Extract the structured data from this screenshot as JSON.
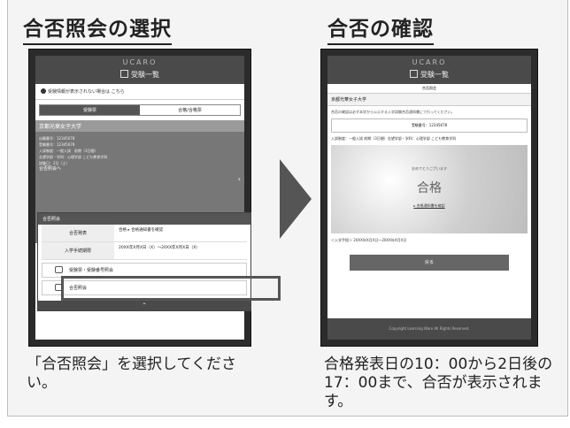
{
  "left": {
    "title": "合否照会の選択",
    "caption": "「合否照会」を選択してください。",
    "app": {
      "logo": "UCARO",
      "nav": "受験一覧",
      "notice": "受験情報が表示されない場合は こちら",
      "tabs": [
        "受験票",
        "合格/合格票"
      ],
      "school": "京都光華女子大学",
      "lines": [
        "出願番号：12345678",
        "受験番号：12345678",
        "入試制度：一般入試　前期（3日間）",
        "志望学部・学科：心理学部 こども教育学科",
        "試験日：2日（土）"
      ],
      "result_link": "合否照会へ"
    },
    "popup": {
      "header": "合否照会",
      "rows": [
        {
          "key": "合否発表",
          "value": "合格 ▸ 合格通知書を確認"
        },
        {
          "key": "入学手続期限",
          "value": "20XX年X月X日（X）〜20XX年X月X日（X）"
        }
      ],
      "items": [
        "受験票・受験番号照会",
        "合否照会"
      ]
    }
  },
  "right": {
    "title": "合否の確認",
    "caption": "合格発表日の10：00から2日後の17：00まで、合否が表示されます。",
    "app": {
      "logo": "UCARO",
      "nav": "受験一覧",
      "sub": "合否照会",
      "school": "京都光華女子大学",
      "note": "合否の確認は必ず本学から公示する入学試験合否通知書にて行ってください。",
      "exam_number": "受験番号：12345678",
      "info": "入試制度：一般入試 前期（3日間）志望学部・学科：心理学部 こども教育学科",
      "pass_small": "おめでとうございます",
      "pass_big": "合格",
      "pass_link": "▸ 合格通知書を確認",
      "notes": "＜入学手続＞ 20XX年X月X日〜20XX年X月X日",
      "back": "戻る",
      "footer": "Copyright Learning Ware All Rights Reserved."
    }
  },
  "colors": {
    "accent": "#555555",
    "background": "#f4f4f4"
  }
}
